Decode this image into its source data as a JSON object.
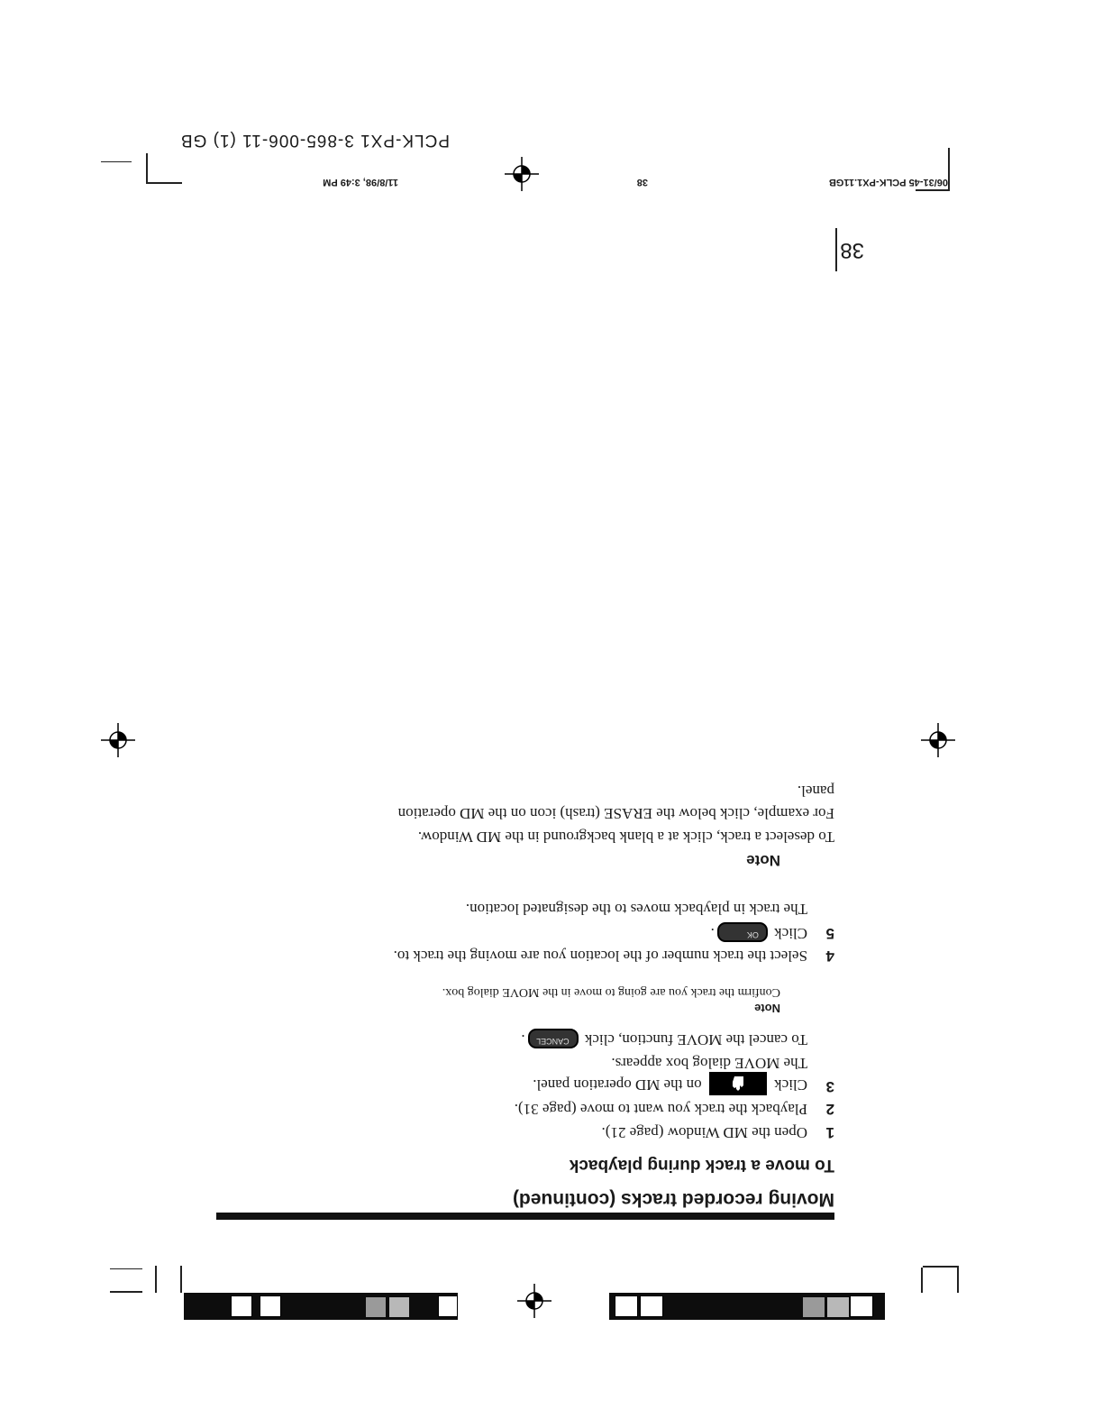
{
  "header": {
    "doc_code": "PCLK-PX1  3-865-006-11 (1) GB",
    "folio_file": "06/31-45 PCLK-PX1.11GB",
    "folio_page": "38",
    "folio_date": "11/8/98, 3:49 PM",
    "page_number": "38"
  },
  "section": {
    "title": "Moving recorded tracks (continued)",
    "subheading": "To move a track during playback"
  },
  "steps": [
    {
      "num": "1",
      "text": "Open the MD Window (page 21)."
    },
    {
      "num": "2",
      "text": "Playback the track you want to move (page 31)."
    },
    {
      "num": "3",
      "text_before": "Click",
      "text_after": "on the MD operation panel."
    },
    {
      "num": "4",
      "text": "Select the track number of the location you are moving the track to."
    },
    {
      "num": "5",
      "text_before": "Click",
      "text_after": "."
    }
  ],
  "step3_follow": {
    "line1": "The MOVE dialog box appears.",
    "line2_before": "To cancel the MOVE function, click",
    "line2_after": "."
  },
  "buttons": {
    "move_icon": "hand-move-icon",
    "cancel_label": "CANCEL",
    "ok_label": "OK"
  },
  "small_note": {
    "heading": "Note",
    "text": "Confirm the track you are going to move in the MOVE dialog box."
  },
  "step5_follow": "The track in playback moves to the designated location.",
  "note": {
    "heading": "Note",
    "line1": "To deselect a track, click at a blank background in the MD Window.",
    "line2": "For example, click below the ERASE (trash) icon on the MD operation",
    "line3": "panel."
  }
}
